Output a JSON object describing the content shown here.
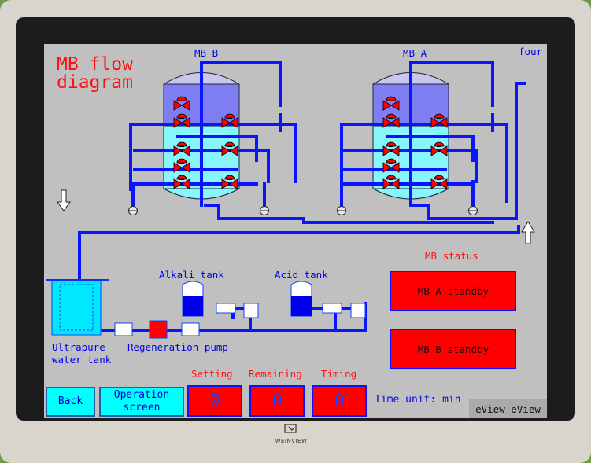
{
  "screen": {
    "title_line1": "MB flow",
    "title_line2": "diagram",
    "page_number": "four",
    "vessel_b_label": "MB B",
    "vessel_a_label": "MB A",
    "alkali_tank_label": "Alkali tank",
    "acid_tank_label": "Acid tank",
    "ultrapure_line1": "Ultrapure",
    "ultrapure_line2": "water tank",
    "regen_pump_label": "Regeneration pump",
    "mb_status_label": "MB status",
    "mb_a_status": "MB A standby",
    "mb_b_status": "MB B standby",
    "setting_label": "Setting",
    "remaining_label": "Remaining",
    "timing_label": "Timing",
    "setting_value": "0",
    "remaining_value": "0",
    "timing_value": "0",
    "time_unit": "Time unit: min",
    "back_label": "Back",
    "operation_label_1": "Operation",
    "operation_label_2": "screen",
    "eview_label": "eView eView"
  },
  "device": {
    "brand": "WEINVIEW"
  },
  "colors": {
    "pipe": "#0a14ff",
    "panel_bg": "#c0c0c0",
    "status_red": "#ff0000",
    "button_cyan": "#00ffff"
  }
}
